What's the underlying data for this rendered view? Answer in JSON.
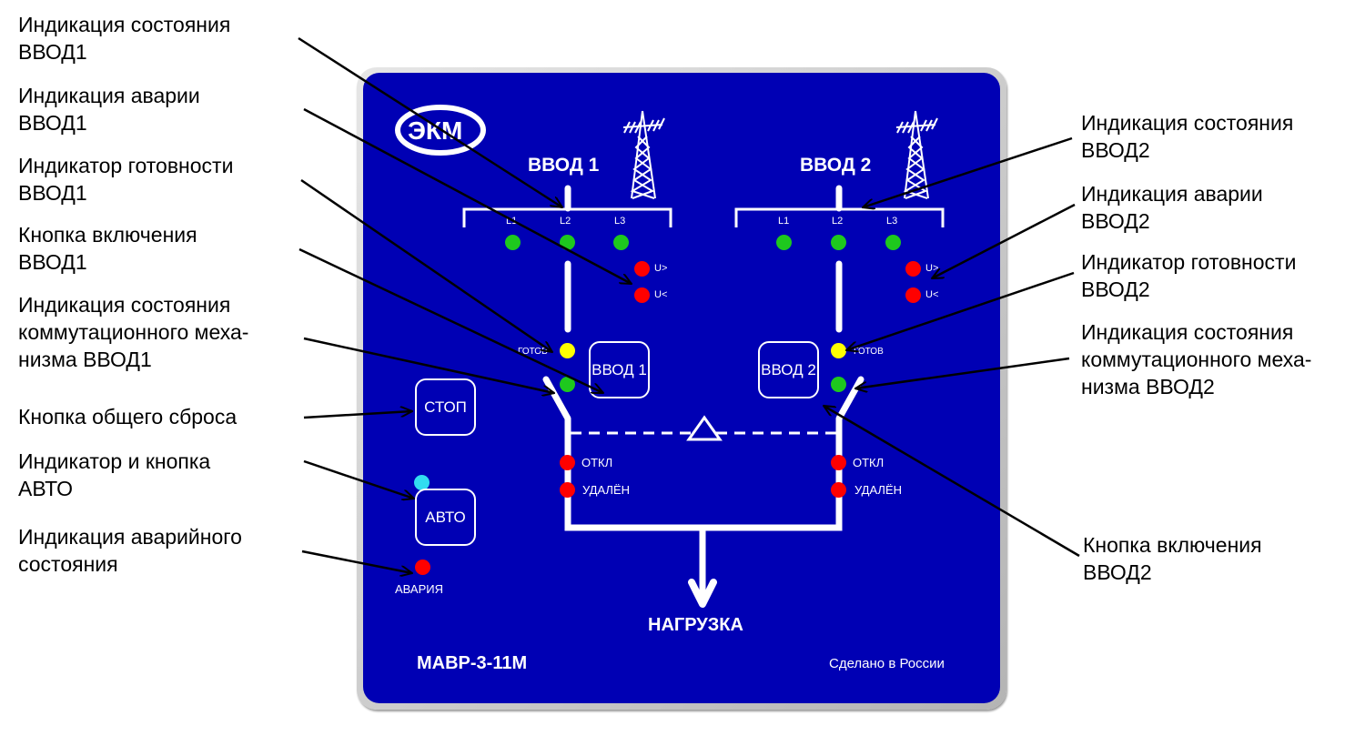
{
  "panel": {
    "logo": "ЭКМ",
    "input1_title": "ВВОД 1",
    "input2_title": "ВВОД 2",
    "phase_labels": [
      "L1",
      "L2",
      "L3"
    ],
    "overvoltage_label": "U>",
    "undervoltage_label": "U<",
    "ready_label": "ГОТОВ",
    "input1_button": "ВВОД 1",
    "input2_button": "ВВОД 2",
    "stop_button": "СТОП",
    "auto_button": "АВТО",
    "alarm_label": "АВАРИЯ",
    "off_label": "ОТКЛ",
    "remote_label": "УДАЛЁН",
    "load_label": "НАГРУЗКА",
    "model": "МАВР-3-11М",
    "made_in": "Сделано в России",
    "colors": {
      "panel_blue": "#0000b4",
      "led_green": "#1ec81e",
      "led_red": "#ff0000",
      "led_yellow": "#ffff00",
      "led_cyan": "#32dcf0"
    }
  },
  "callouts_left": [
    {
      "text": "Индикация состояния\nВВОД1"
    },
    {
      "text": "Индикация аварии\nВВОД1"
    },
    {
      "text": "Индикатор готовности\nВВОД1"
    },
    {
      "text": "Кнопка включения\nВВОД1"
    },
    {
      "text": "Индикация состояния\nкоммутационного меха-\nнизма ВВОД1"
    },
    {
      "text": "Кнопка общего сброса"
    },
    {
      "text": "Индикатор и кнопка\nАВТО"
    },
    {
      "text": "Индикация аварийного\nсостояния"
    }
  ],
  "callouts_right": [
    {
      "text": "Индикация состояния\nВВОД2"
    },
    {
      "text": "Индикация аварии\nВВОД2"
    },
    {
      "text": "Индикатор готовности\nВВОД2"
    },
    {
      "text": "Индикация состояния\nкоммутационного меха-\nнизма ВВОД2"
    },
    {
      "text": "Кнопка включения\nВВОД2"
    }
  ]
}
